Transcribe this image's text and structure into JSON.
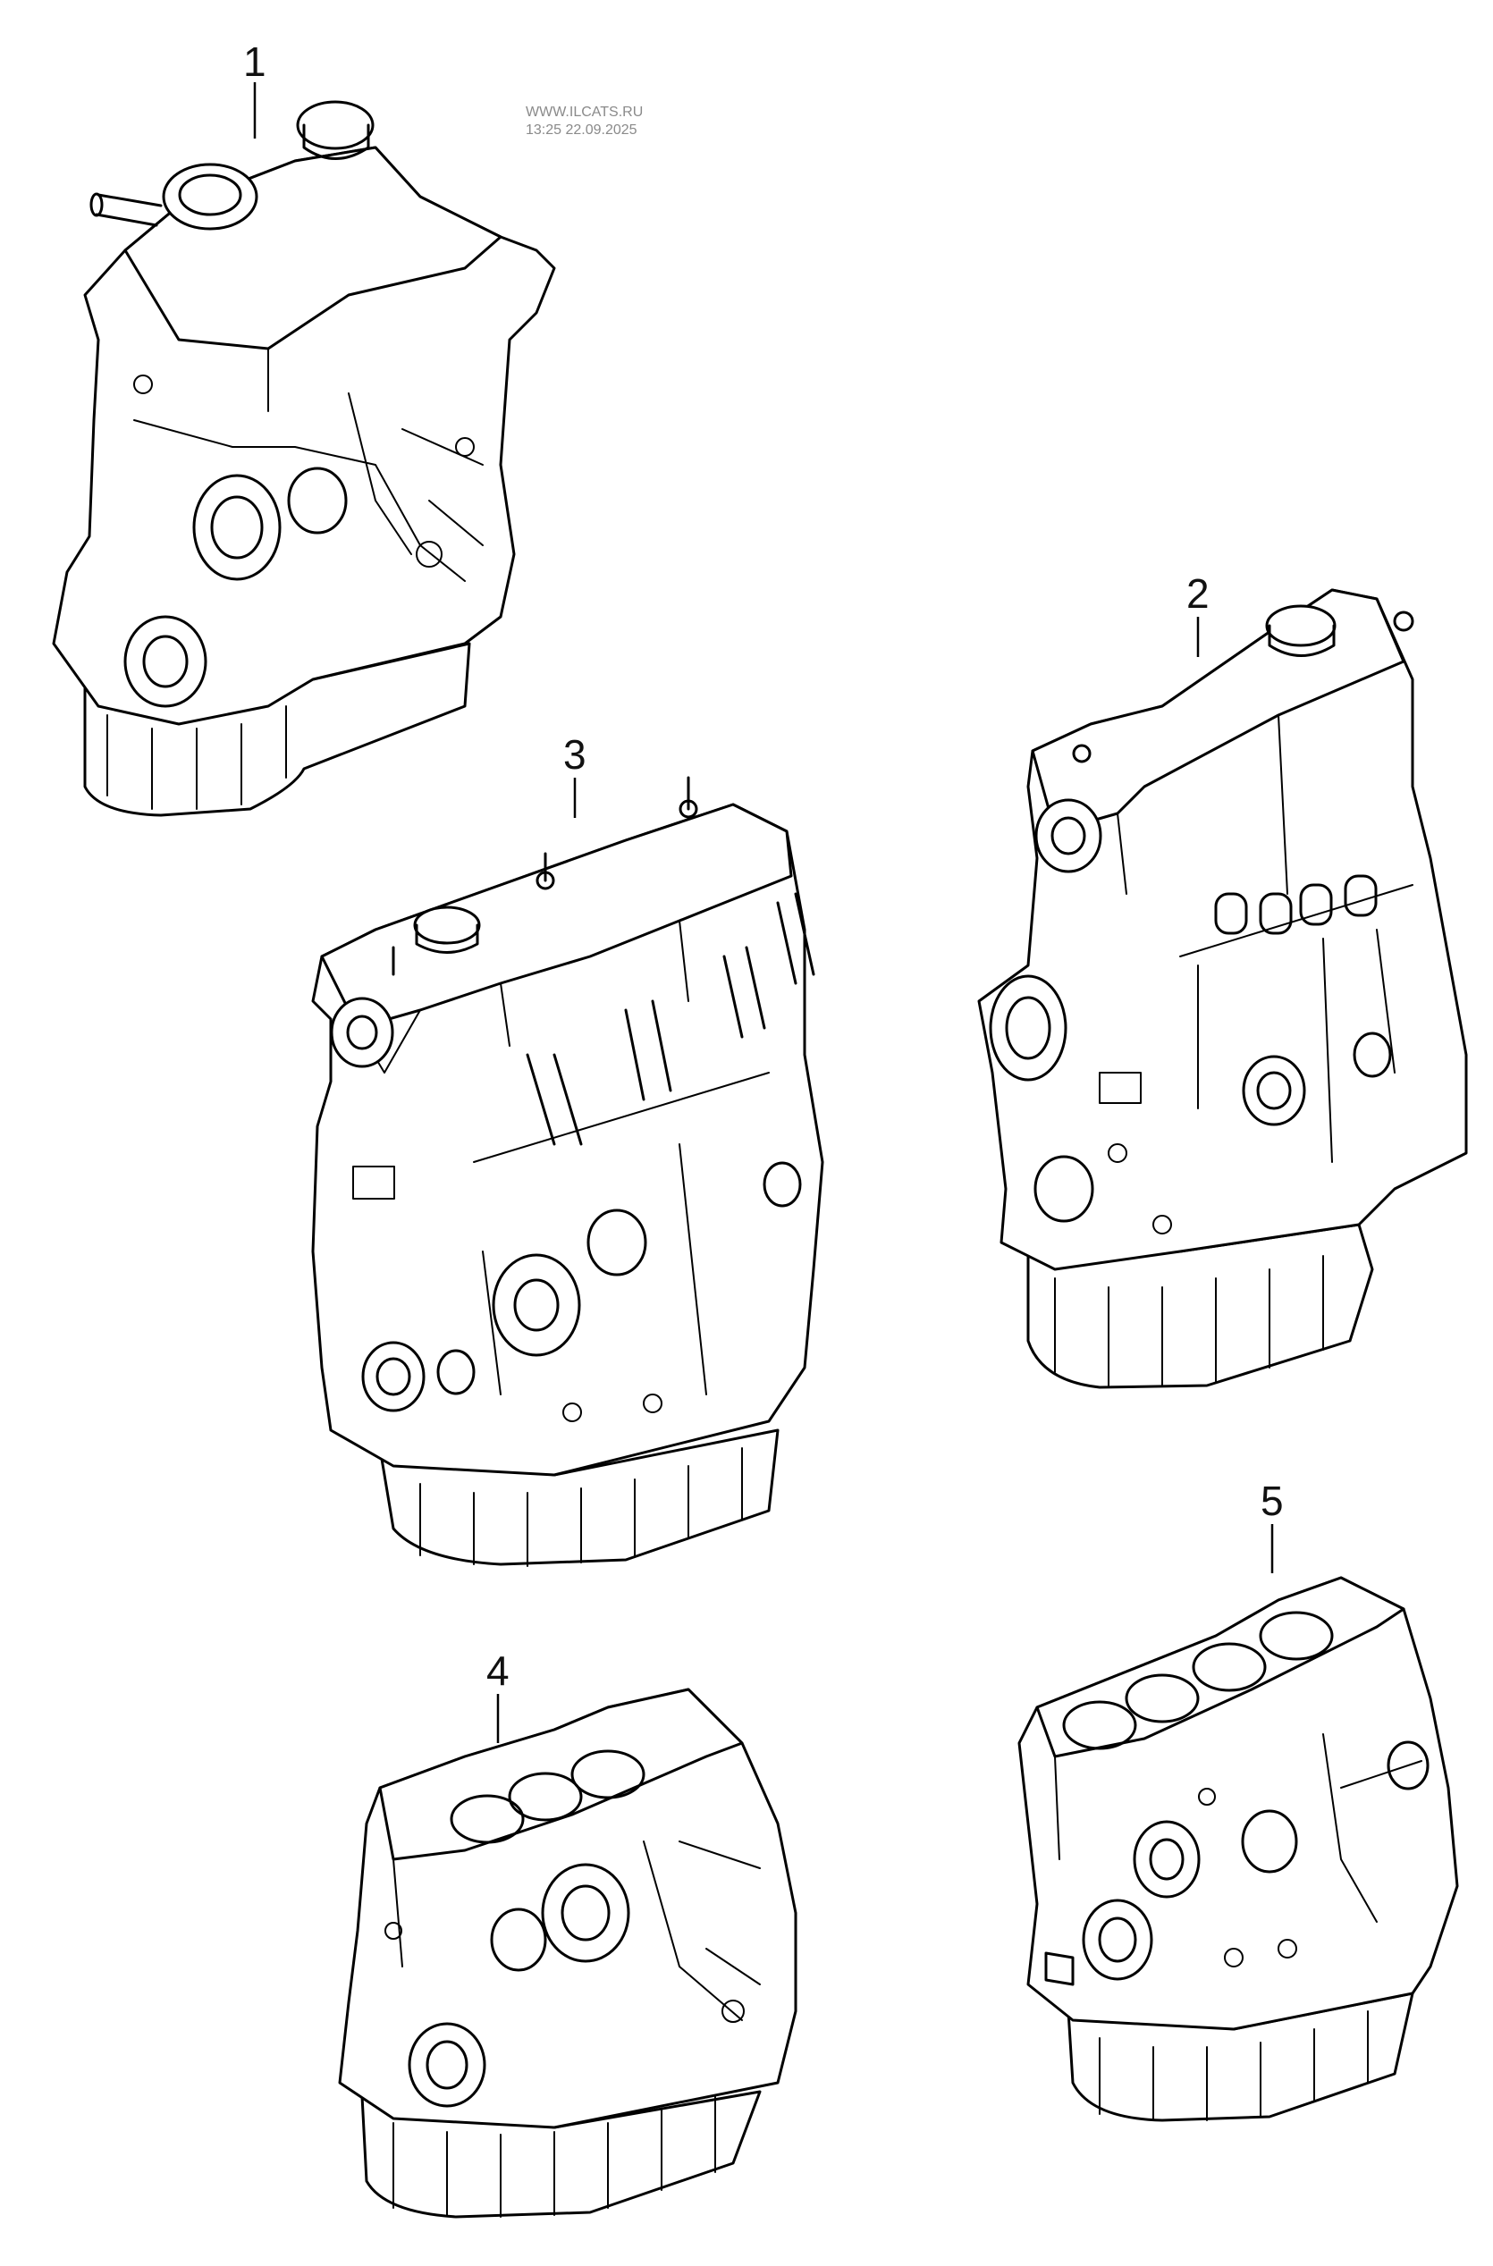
{
  "watermark": {
    "site": "WWW.ILCATS.RU",
    "timestamp": "13:25 22.09.2025"
  },
  "parts": [
    {
      "label": "1"
    },
    {
      "label": "2"
    },
    {
      "label": "3"
    },
    {
      "label": "4"
    },
    {
      "label": "5"
    }
  ]
}
